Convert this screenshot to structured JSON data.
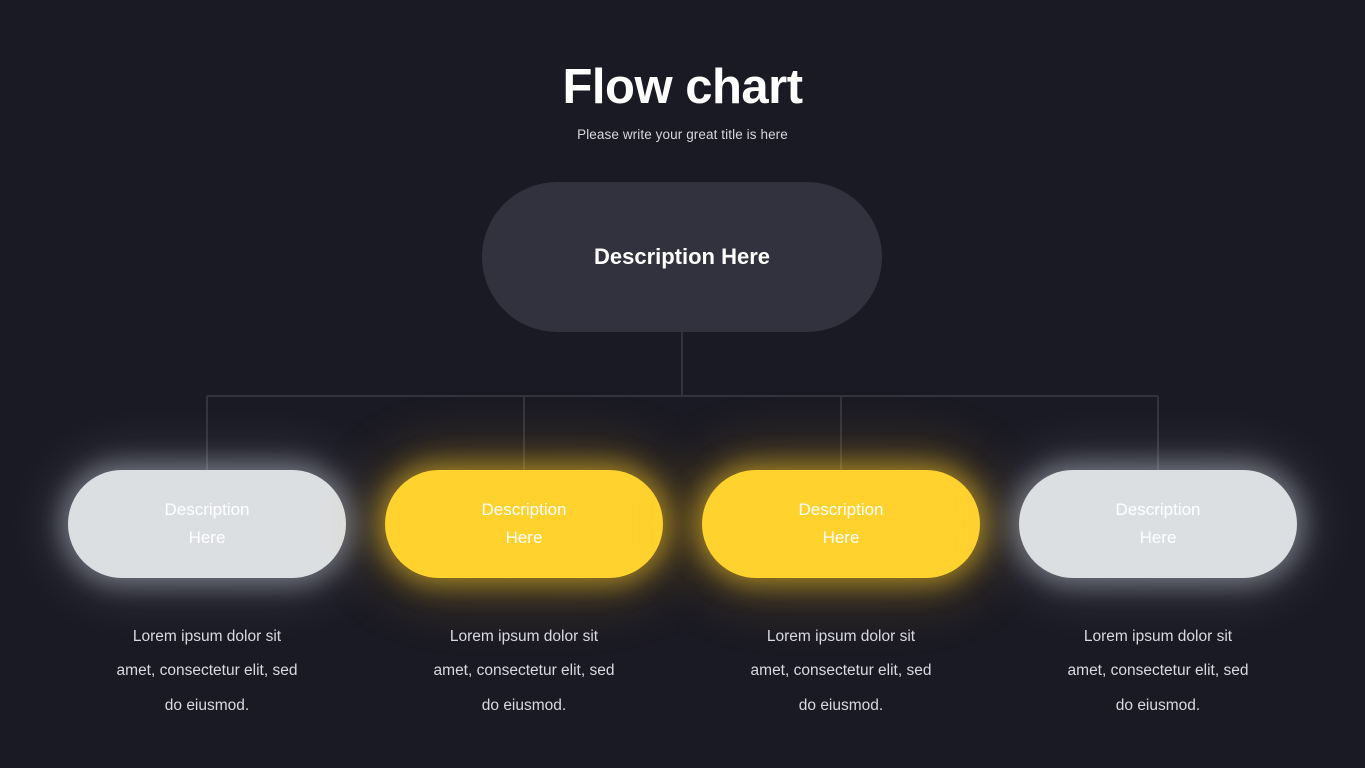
{
  "header": {
    "title": "Flow chart",
    "subtitle": "Please write your great title is here"
  },
  "colors": {
    "background": "#1a1a24",
    "root_fill": "#32323e",
    "light_node_fill": "#dcdfe2",
    "accent_node_fill": "#ffd22e",
    "connector_line": "#33333f",
    "title_text": "#ffffff",
    "subtitle_text": "#d6d8dd",
    "caption_text": "#d8dadf",
    "node_text": "#ffffff"
  },
  "diagram": {
    "type": "flowchart",
    "orientation": "top-down",
    "root": {
      "label": "Description\nHere",
      "style": "dark-pill"
    },
    "children": [
      {
        "label": "Description\nHere",
        "style": "light",
        "caption": "Lorem ipsum dolor sit\namet, consectetur elit, sed\ndo eiusmod."
      },
      {
        "label": "Description\nHere",
        "style": "accent",
        "caption": "Lorem ipsum dolor sit\namet, consectetur elit, sed\ndo eiusmod."
      },
      {
        "label": "Description\nHere",
        "style": "accent",
        "caption": "Lorem ipsum dolor sit\namet, consectetur elit, sed\ndo eiusmod."
      },
      {
        "label": "Description\nHere",
        "style": "light",
        "caption": "Lorem ipsum dolor sit\namet, consectetur elit, sed\ndo eiusmod."
      }
    ]
  }
}
